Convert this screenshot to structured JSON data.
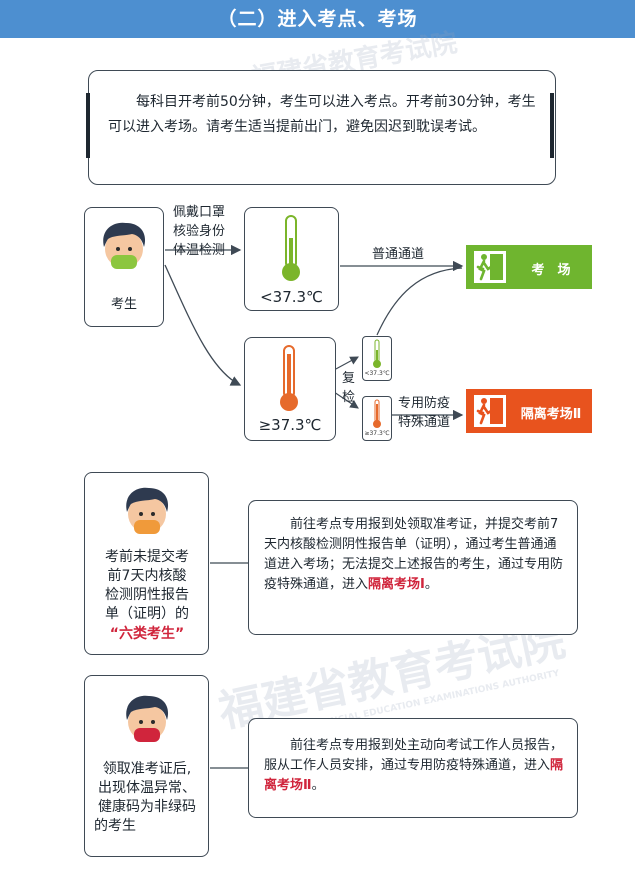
{
  "header": {
    "title": "（二）进入考点、考场"
  },
  "intro": {
    "text": "每科目开考前50分钟，考生可以进入考点。开考前30分钟，考生可以进入考场。请考生适当提前出门，避免因迟到耽误考试。"
  },
  "flow": {
    "candidate_label": "考生",
    "check_label_1": "佩戴口罩",
    "check_label_2": "核验身份",
    "check_label_3": "体温检测",
    "temp_normal": "<37.3℃",
    "temp_high": "≥37.3℃",
    "recheck_label_1": "复",
    "recheck_label_2": "检",
    "small_temp_normal": "<37.3℃",
    "small_temp_high": "≥37.3℃",
    "normal_channel": "普通通道",
    "special_channel_1": "专用防疫",
    "special_channel_2": "特殊通道",
    "dest_exam_room": "考　场",
    "dest_isolation": "隔离考场Ⅱ"
  },
  "case1": {
    "who_lines": [
      "考前未提交考",
      "前7天内核酸",
      "检测阴性报告",
      "单（证明）的"
    ],
    "who_highlight": "“六类考生”",
    "text_main": "前往考点专用报到处领取准考证，并提交考前7天内核酸检测阴性报告单（证明），通过考生普通通道进入考场；无法提交上述报告的考生，通过专用防疫特殊通道，进入",
    "text_red": "隔离考场Ⅰ",
    "text_end": "。"
  },
  "case2": {
    "who_lines": [
      "领取准考证后,",
      "出现体温异常、",
      "健康码为非绿码",
      "的考生"
    ],
    "text_main": "前往考点专用报到处主动向考试工作人员报告，服从工作人员安排，通过专用防疫特殊通道，进入",
    "text_red": "隔离考场Ⅱ",
    "text_end": "。"
  },
  "watermark": {
    "text": "福建省教育考试院",
    "sub": "FUJIAN PROVINCIAL EDUCATION EXAMINATIONS AUTHORITY"
  },
  "colors": {
    "header": "#4d8fd0",
    "green": "#6fb52f",
    "orange": "#e8531e",
    "red": "#d0253c",
    "thermo_green": "#7bb52a",
    "thermo_orange": "#e66a2c"
  }
}
